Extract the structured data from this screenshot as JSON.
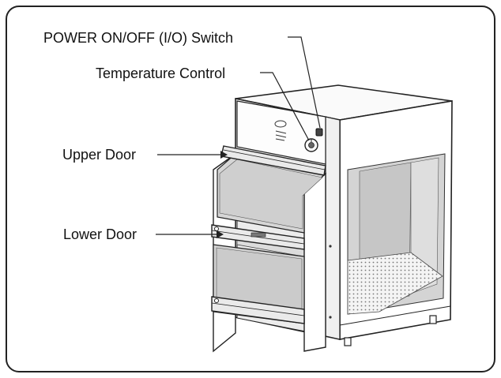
{
  "callouts": {
    "power_switch": "POWER ON/OFF (I/O) Switch",
    "temperature_control": "Temperature Control",
    "upper_door": "Upper Door",
    "lower_door": "Lower Door"
  },
  "colors": {
    "line": "#1a1a1a",
    "glass": "#d8d8d8",
    "glass_dark": "#bdbdbd",
    "frame": "#444444",
    "background": "#ffffff"
  }
}
